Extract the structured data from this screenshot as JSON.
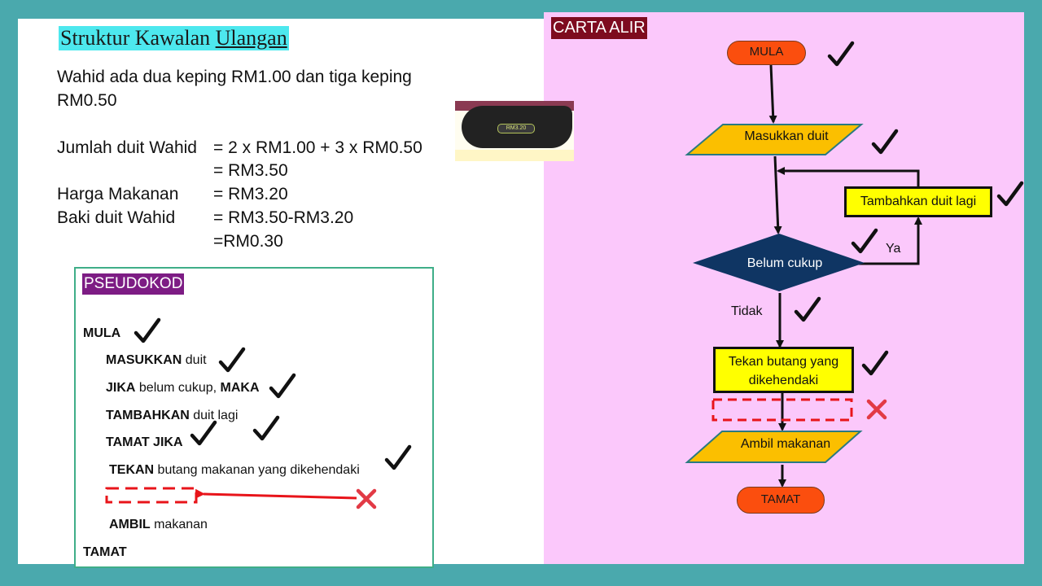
{
  "title": {
    "main": "Struktur Kawalan",
    "underlined": "Ulangan"
  },
  "problem": {
    "line1": "Wahid ada dua keping RM1.00 dan tiga keping",
    "line2": "RM0.50",
    "rows": [
      {
        "label": "Jumlah duit Wahid",
        "value": "= 2 x RM1.00 + 3 x RM0.50"
      },
      {
        "label": "",
        "value": "= RM3.50"
      },
      {
        "label": "Harga Makanan",
        "value": "= RM3.20"
      },
      {
        "label": "Baki duit Wahid",
        "value": "= RM3.50-RM3.20"
      },
      {
        "label": "",
        "value": "=RM0.30"
      }
    ]
  },
  "coin_image": {
    "label": "RM3.20"
  },
  "pseudocode": {
    "heading": "PSEUDOKOD",
    "lines": [
      {
        "kw": "MULA",
        "rest": ""
      },
      {
        "kw": "MASUKKAN",
        "rest": " duit"
      },
      {
        "kw": "JIKA",
        "rest": " belum cukup, ",
        "kw2": "MAKA"
      },
      {
        "kw": "TAMBAHKAN",
        "rest": " duit lagi"
      },
      {
        "kw": "TAMAT JIKA",
        "rest": ""
      },
      {
        "kw": "TEKAN",
        "rest": " butang makanan yang dikehendaki"
      },
      {
        "kw": "AMBIL",
        "rest": " makanan"
      },
      {
        "kw": "TAMAT",
        "rest": ""
      }
    ]
  },
  "flowchart": {
    "heading": "CARTA ALIR",
    "start": "MULA",
    "input": "Masukkan duit",
    "add_more": "Tambahkan duit lagi",
    "decision": "Belum cukup",
    "yes_label": "Ya",
    "no_label": "Tidak",
    "press_button": "Tekan butang yang dikehendaki",
    "take_food": "Ambil makanan",
    "end": "TAMAT"
  },
  "icons": {
    "check": "check-mark-icon",
    "cross": "cross-mark-icon"
  },
  "colors": {
    "background": "#4aa9ad",
    "title_highlight": "#4de8ee",
    "pseudo_label": "#7d1c84",
    "carta_label": "#7e0b1f",
    "flow_panel": "#fbc8fb",
    "terminal": "#fb4e0e",
    "io_parallelogram": "#fbbf00",
    "decision": "#0f3563",
    "process": "#ffff00",
    "dashed_marker": "#e8141a"
  }
}
